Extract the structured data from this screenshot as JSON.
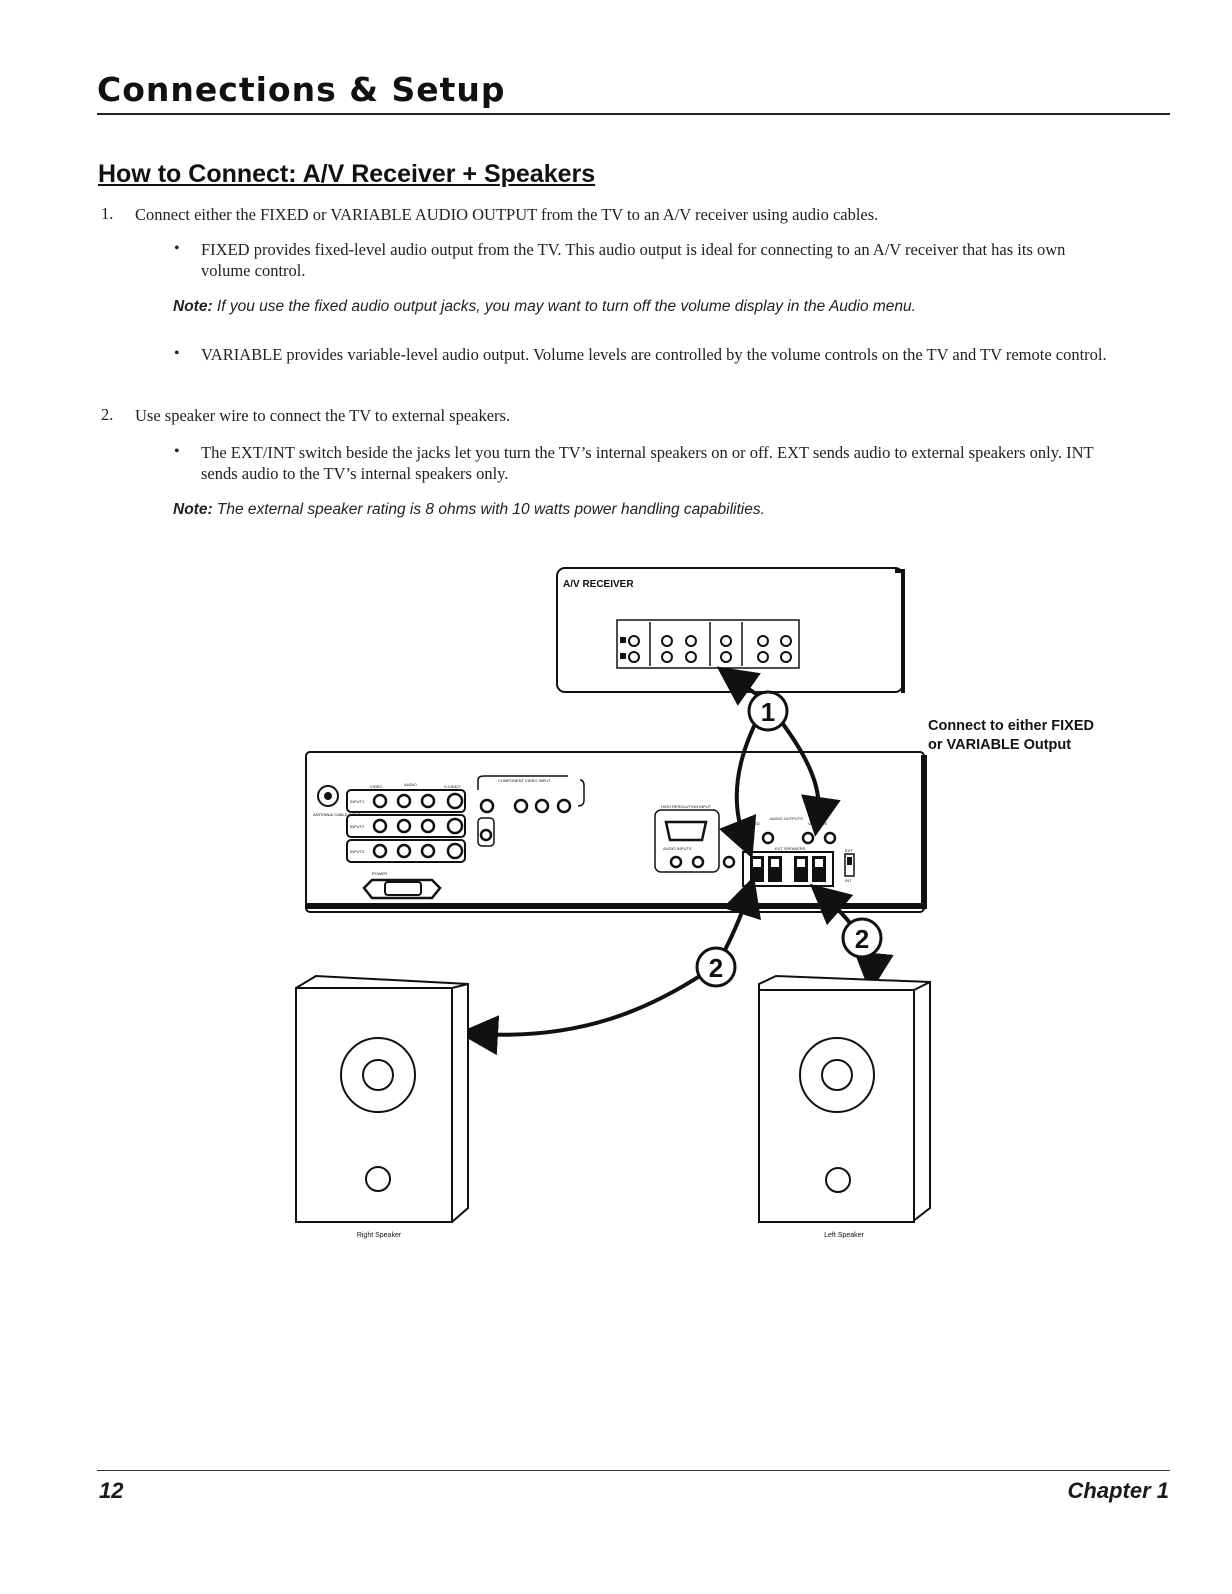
{
  "header": {
    "title": "Connections & Setup"
  },
  "section": {
    "title": "How to Connect: A/V Receiver + Speakers"
  },
  "steps": [
    {
      "num": "1.",
      "text": "Connect either the FIXED or VARIABLE AUDIO OUTPUT from the TV to an A/V receiver using audio cables.",
      "bullets": [
        "FIXED provides fixed-level audio output from the TV. This audio output is ideal for connecting to an A/V receiver that has its own volume control.",
        "VARIABLE provides variable-level audio output. Volume levels are controlled by the volume controls on the TV and TV remote control."
      ],
      "note_label": "Note:",
      "note_text": "If you use the fixed audio output jacks, you may want to turn off the volume display in the Audio menu."
    },
    {
      "num": "2.",
      "text": "Use speaker wire to connect the TV to external speakers.",
      "bullets": [
        "The EXT/INT switch beside the jacks let you turn the TV’s internal speakers on or off. EXT sends audio to external speakers only. INT sends audio to the TV’s internal speakers only."
      ],
      "note_label": "Note:",
      "note_text": "The external speaker rating is 8 ohms with 10 watts power handling capabilities."
    }
  ],
  "diagram": {
    "receiver_label": "A/V RECEIVER",
    "connect_line1": "Connect to either FIXED",
    "connect_line2": "or VARIABLE Output",
    "callout_1": "1",
    "callout_2": "2",
    "right_speaker": "Right Speaker",
    "left_speaker": "Left Speaker",
    "tv_labels": {
      "antenna": "ANTENNA/ CABLE INPUT",
      "video": "VIDEO",
      "audio": "AUDIO",
      "svideo": "S-VIDEO",
      "input1": "INPUT1",
      "input2": "INPUT2",
      "input3": "INPUT3",
      "power": "POWER",
      "component": "COMPONENT VIDEO INPUT",
      "high_res": "HIGH RESOLUTION INPUT",
      "audio_outputs": "AUDIO OUTPUTS",
      "fixed": "FIXED",
      "variable": "VARIABLE",
      "audio_inputs": "AUDIO INPUTS",
      "ext_speakers": "EXT SPEAKERS",
      "ext": "EXT",
      "int": "INT"
    }
  },
  "footer": {
    "page": "12",
    "chapter": "Chapter 1"
  }
}
